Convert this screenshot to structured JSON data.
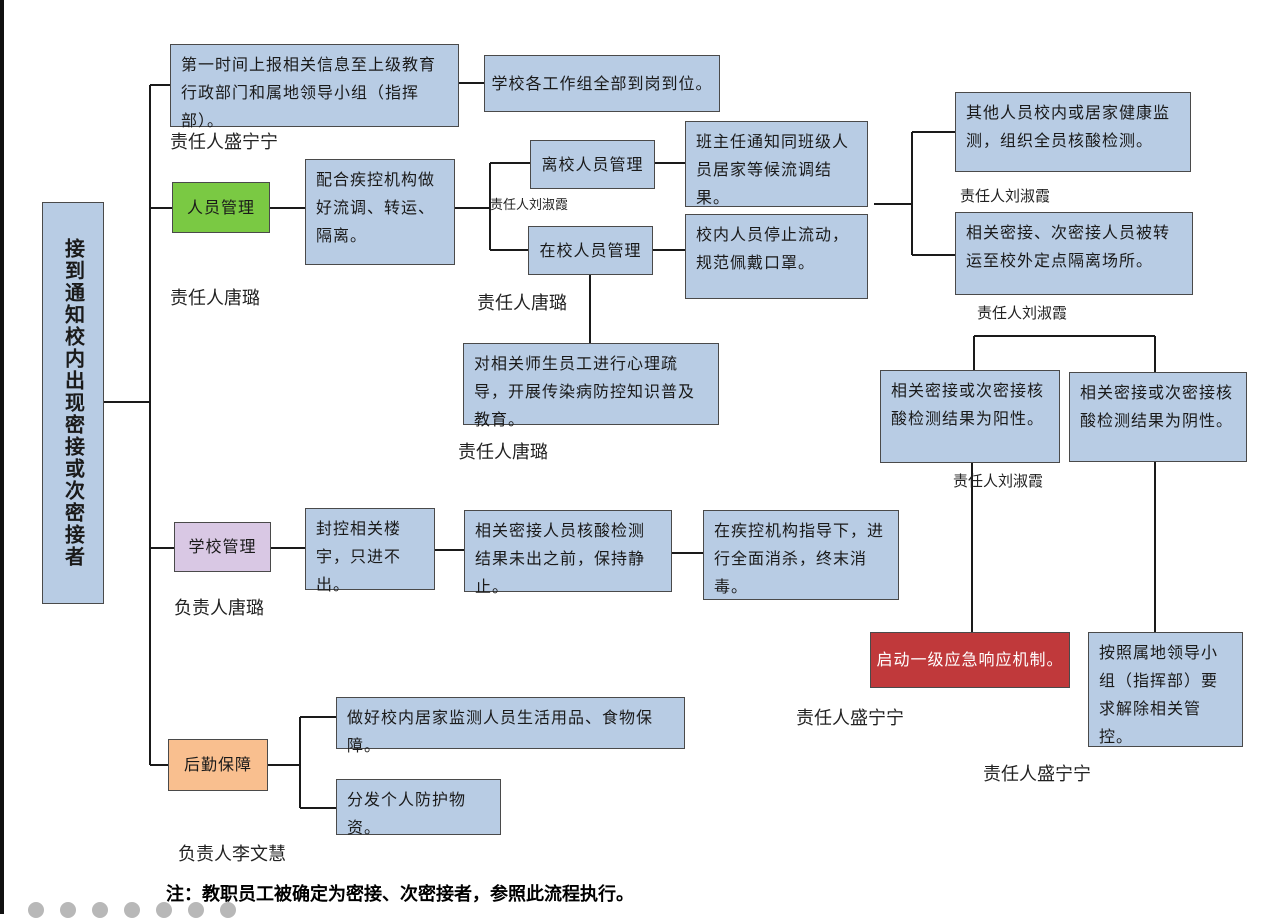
{
  "root": "接到通知校内出现密接或次密接者",
  "top": {
    "report": "第一时间上报相关信息至上级教育行政部门和属地领导小组（指挥部）。",
    "groups": "学校各工作组全部到岗到位。",
    "resp": "责任人盛宁宁"
  },
  "personnel": {
    "title": "人员管理",
    "cooperate": "配合疾控机构做好流调、转运、隔离。",
    "resp": "责任人唐璐",
    "leave_title": "离校人员管理",
    "leave_action": "班主任通知同班级人员居家等候流调结果。",
    "resp_liu_small": "责任人刘淑霞",
    "stay_title": "在校人员管理",
    "stay_action": "校内人员停止流动，规范佩戴口罩。",
    "stay_resp": "责任人唐璐",
    "psych": "对相关师生员工进行心理疏导，开展传染病防控知识普及教育。",
    "psych_resp": "责任人唐璐"
  },
  "right": {
    "monitor": "其他人员校内或居家健康监测，组织全员核酸检测。",
    "monitor_resp": "责任人刘淑霞",
    "transfer": "相关密接、次密接人员被转运至校外定点隔离场所。",
    "transfer_resp": "责任人刘淑霞",
    "positive": "相关密接或次密接核酸检测结果为阳性。",
    "positive_resp": "责任人刘淑霞",
    "negative": "相关密接或次密接核酸检测结果为阴性。",
    "emergency": "启动一级应急响应机制。",
    "emergency_resp": "责任人盛宁宁",
    "release": "按照属地领导小组（指挥部）要求解除相关管控。",
    "release_resp": "责任人盛宁宁"
  },
  "school": {
    "title": "学校管理",
    "seal": "封控相关楼宇，只进不出。",
    "wait": "相关密接人员核酸检测结果未出之前，保持静止。",
    "disinfect": "在疾控机构指导下，进行全面消杀，终末消毒。",
    "resp": "负责人唐璐"
  },
  "logistics": {
    "title": "后勤保障",
    "supply": "做好校内居家监测人员生活用品、食物保障。",
    "ppe": "分发个人防护物资。",
    "resp": "负责人李文慧"
  },
  "note": "注：教职员工被确定为密接、次密接者，参照此流程执行。",
  "colors": {
    "box": "#b8cce4",
    "personnel": "#7ac943",
    "school": "#d9c8e4",
    "logistics": "#f9bf8f",
    "emergency": "#c0393b"
  }
}
